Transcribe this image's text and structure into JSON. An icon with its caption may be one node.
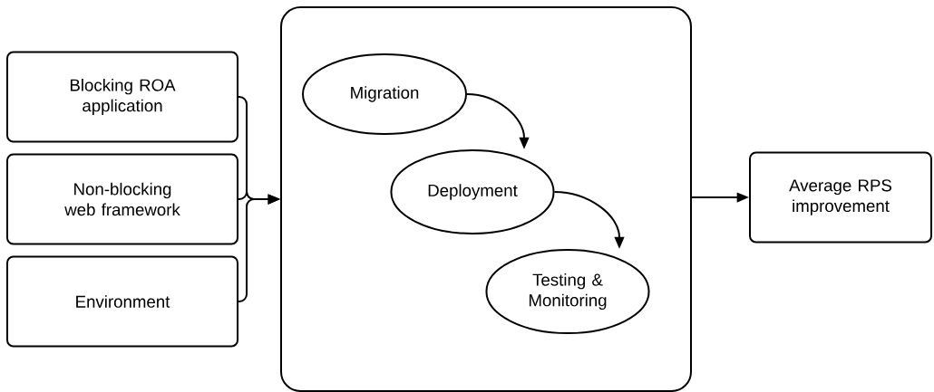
{
  "diagram": {
    "nodes": [
      {
        "text": [
          "Blocking ROA application"
        ]
      },
      {
        "text": [
          "Non-blocking web framework"
        ]
      },
      {
        "text": [
          "Environment"
        ]
      },
      {
        "text": [],
        "shape": "box"
      },
      {
        "text": [
          "Migration"
        ],
        "in": 3
      },
      {
        "text": [
          "Deployment"
        ],
        "in": 3
      },
      {
        "text": [
          "Testing & Monitoring"
        ],
        "in": 3
      },
      {
        "text": [
          "Average RPS improvement"
        ]
      }
    ],
    "edges": [
      {
        "from": 0,
        "to": 3,
        "arrow": "to"
      },
      {
        "from": 1,
        "to": 3,
        "arrow": "to"
      },
      {
        "from": 2,
        "to": 3,
        "arrow": "to"
      },
      {
        "from": 4,
        "to": 5,
        "arrow": "to"
      },
      {
        "from": 5,
        "to": 6,
        "arrow": "to"
      },
      {
        "from": 3,
        "to": 7,
        "arrow": "to"
      }
    ]
  }
}
